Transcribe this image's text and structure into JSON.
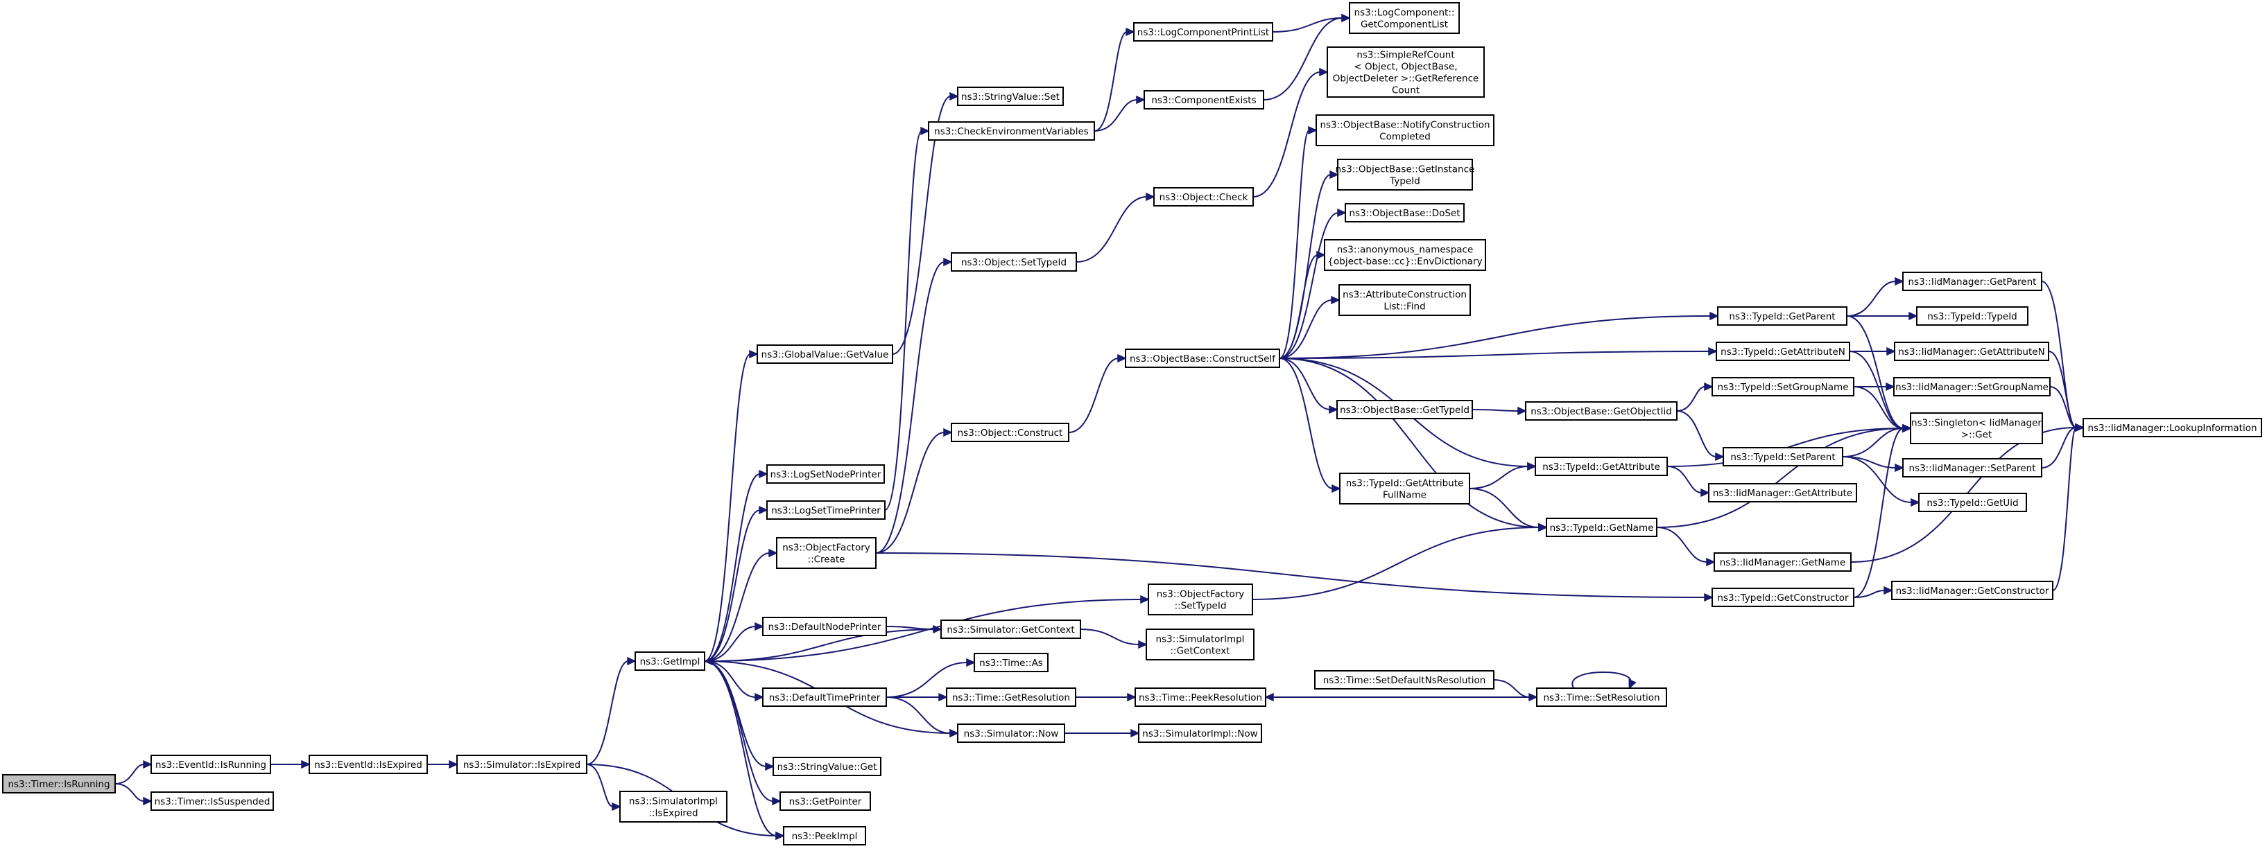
{
  "diagram": {
    "type": "call-graph",
    "colors": {
      "edge": "#191970",
      "node_border": "#000000",
      "node_fill": "#ffffff",
      "root_fill": "#bfbfbf"
    },
    "nodes": [
      {
        "id": "n_timer_isrunning",
        "lines": [
          "ns3::Timer::IsRunning"
        ]
      },
      {
        "id": "n_eventid_isrunning",
        "lines": [
          "ns3::EventId::IsRunning"
        ]
      },
      {
        "id": "n_timer_issuspended",
        "lines": [
          "ns3::Timer::IsSuspended"
        ]
      },
      {
        "id": "n_eventid_isexpired",
        "lines": [
          "ns3::EventId::IsExpired"
        ]
      },
      {
        "id": "n_simulator_isexpired",
        "lines": [
          "ns3::Simulator::IsExpired"
        ]
      },
      {
        "id": "n_getimpl",
        "lines": [
          "ns3::GetImpl"
        ]
      },
      {
        "id": "n_simimpl_isexpired",
        "lines": [
          "ns3::SimulatorImpl",
          "::IsExpired"
        ]
      },
      {
        "id": "n_peekimpl",
        "lines": [
          "ns3::PeekImpl"
        ]
      },
      {
        "id": "n_globalvalue_getvalue",
        "lines": [
          "ns3::GlobalValue::GetValue"
        ]
      },
      {
        "id": "n_logsetnodeprinter",
        "lines": [
          "ns3::LogSetNodePrinter"
        ]
      },
      {
        "id": "n_logsettimeprinter",
        "lines": [
          "ns3::LogSetTimePrinter"
        ]
      },
      {
        "id": "n_objectfactory_create",
        "lines": [
          "ns3::ObjectFactory",
          "::Create"
        ]
      },
      {
        "id": "n_defaultnodeprinter",
        "lines": [
          "ns3::DefaultNodePrinter"
        ]
      },
      {
        "id": "n_defaulttimeprinter",
        "lines": [
          "ns3::DefaultTimePrinter"
        ]
      },
      {
        "id": "n_stringvalue_get",
        "lines": [
          "ns3::StringValue::Get"
        ]
      },
      {
        "id": "n_getpointer",
        "lines": [
          "ns3::GetPointer"
        ]
      },
      {
        "id": "n_stringvalue_set",
        "lines": [
          "ns3::StringValue::Set"
        ]
      },
      {
        "id": "n_checkenv",
        "lines": [
          "ns3::CheckEnvironmentVariables"
        ]
      },
      {
        "id": "n_logcomponentprintlist",
        "lines": [
          "ns3::LogComponentPrintList"
        ]
      },
      {
        "id": "n_componentexists",
        "lines": [
          "ns3::ComponentExists"
        ]
      },
      {
        "id": "n_logcomponent_getlist",
        "lines": [
          "ns3::LogComponent::",
          "GetComponentList"
        ]
      },
      {
        "id": "n_object_settypeid",
        "lines": [
          "ns3::Object::SetTypeId"
        ]
      },
      {
        "id": "n_object_check",
        "lines": [
          "ns3::Object::Check"
        ]
      },
      {
        "id": "n_object_construct",
        "lines": [
          "ns3::Object::Construct"
        ]
      },
      {
        "id": "n_objectbase_constructself",
        "lines": [
          "ns3::ObjectBase::ConstructSelf"
        ]
      },
      {
        "id": "n_simplerefcount",
        "lines": [
          "ns3::SimpleRefCount",
          "< Object, ObjectBase,",
          " ObjectDeleter >::GetReference",
          "Count"
        ]
      },
      {
        "id": "n_notifyconstruction",
        "lines": [
          "ns3::ObjectBase::NotifyConstruction",
          "Completed"
        ]
      },
      {
        "id": "n_getinstancetypeid",
        "lines": [
          "ns3::ObjectBase::GetInstance",
          "TypeId"
        ]
      },
      {
        "id": "n_objectbase_doset",
        "lines": [
          "ns3::ObjectBase::DoSet"
        ]
      },
      {
        "id": "n_envdictionary",
        "lines": [
          "ns3::anonymous_namespace",
          "{object-base::cc}::EnvDictionary"
        ]
      },
      {
        "id": "n_attrconstructionlist_find",
        "lines": [
          "ns3::AttributeConstruction",
          "List::Find"
        ]
      },
      {
        "id": "n_objectbase_gettypeid",
        "lines": [
          "ns3::ObjectBase::GetTypeId"
        ]
      },
      {
        "id": "n_typeid_getattributefullname",
        "lines": [
          "ns3::TypeId::GetAttribute",
          "FullName"
        ]
      },
      {
        "id": "n_objectfactory_settypeid",
        "lines": [
          "ns3::ObjectFactory",
          "::SetTypeId"
        ]
      },
      {
        "id": "n_simulator_getcontext",
        "lines": [
          "ns3::Simulator::GetContext"
        ]
      },
      {
        "id": "n_simimpl_getcontext",
        "lines": [
          "ns3::SimulatorImpl",
          "::GetContext"
        ]
      },
      {
        "id": "n_time_as",
        "lines": [
          "ns3::Time::As"
        ]
      },
      {
        "id": "n_time_getresolution",
        "lines": [
          "ns3::Time::GetResolution"
        ]
      },
      {
        "id": "n_simulator_now",
        "lines": [
          "ns3::Simulator::Now"
        ]
      },
      {
        "id": "n_time_peekresolution",
        "lines": [
          "ns3::Time::PeekResolution"
        ]
      },
      {
        "id": "n_simimpl_now",
        "lines": [
          "ns3::SimulatorImpl::Now"
        ]
      },
      {
        "id": "n_time_setdefaultnsresolution",
        "lines": [
          "ns3::Time::SetDefaultNsResolution"
        ]
      },
      {
        "id": "n_time_setresolution",
        "lines": [
          "ns3::Time::SetResolution"
        ]
      },
      {
        "id": "n_objectbase_getobjectiid",
        "lines": [
          "ns3::ObjectBase::GetObjectIid"
        ]
      },
      {
        "id": "n_typeid_getattribute",
        "lines": [
          "ns3::TypeId::GetAttribute"
        ]
      },
      {
        "id": "n_typeid_getname",
        "lines": [
          "ns3::TypeId::GetName"
        ]
      },
      {
        "id": "n_typeid_getconstructor",
        "lines": [
          "ns3::TypeId::GetConstructor"
        ]
      },
      {
        "id": "n_typeid_getparent",
        "lines": [
          "ns3::TypeId::GetParent"
        ]
      },
      {
        "id": "n_typeid_getattributen",
        "lines": [
          "ns3::TypeId::GetAttributeN"
        ]
      },
      {
        "id": "n_typeid_setgroupname",
        "lines": [
          "ns3::TypeId::SetGroupName"
        ]
      },
      {
        "id": "n_typeid_setparent",
        "lines": [
          "ns3::TypeId::SetParent"
        ]
      },
      {
        "id": "n_iidmanager_getattribute",
        "lines": [
          "ns3::IidManager::GetAttribute"
        ]
      },
      {
        "id": "n_iidmanager_getname",
        "lines": [
          "ns3::IidManager::GetName"
        ]
      },
      {
        "id": "n_iidmanager_getparent",
        "lines": [
          "ns3::IidManager::GetParent"
        ]
      },
      {
        "id": "n_typeid_typeid",
        "lines": [
          "ns3::TypeId::TypeId"
        ]
      },
      {
        "id": "n_iidmanager_getattributen",
        "lines": [
          "ns3::IidManager::GetAttributeN"
        ]
      },
      {
        "id": "n_iidmanager_setgroupname",
        "lines": [
          "ns3::IidManager::SetGroupName"
        ]
      },
      {
        "id": "n_singleton_get",
        "lines": [
          "ns3::Singleton< IidManager",
          " >::Get"
        ]
      },
      {
        "id": "n_iidmanager_setparent",
        "lines": [
          "ns3::IidManager::SetParent"
        ]
      },
      {
        "id": "n_typeid_getuid",
        "lines": [
          "ns3::TypeId::GetUid"
        ]
      },
      {
        "id": "n_iidmanager_getconstructor",
        "lines": [
          "ns3::IidManager::GetConstructor"
        ]
      },
      {
        "id": "n_iidmanager_lookupinformation",
        "lines": [
          "ns3::IidManager::LookupInformation"
        ]
      }
    ]
  }
}
